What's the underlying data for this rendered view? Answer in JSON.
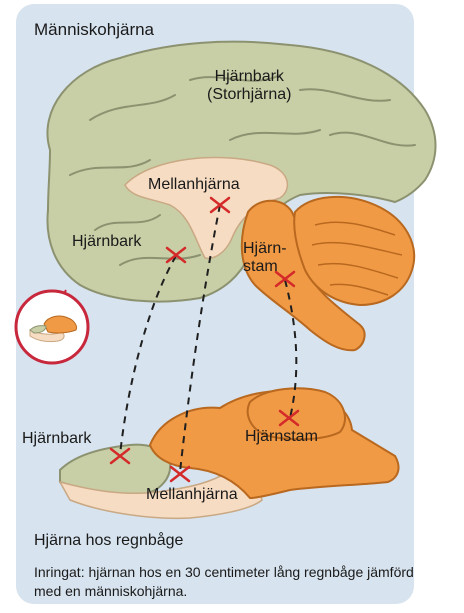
{
  "title": "Människohjärna",
  "labels": {
    "cortex_cerebrum_line1": "Hjärnbark",
    "cortex_cerebrum_line2": "(Storhjärna)",
    "midbrain_human": "Mellanhjärna",
    "cortex_human": "Hjärnbark",
    "brainstem_human_line1": "Hjärn-",
    "brainstem_human_line2": "stam",
    "cortex_trout": "Hjärnbark",
    "brainstem_trout": "Hjärnstam",
    "midbrain_trout": "Mellanhjärna"
  },
  "trout_title": "Hjärna hos regnbåge",
  "caption": "Inringat: hjärnan hos en 30 centimeter lång regnbåge jämförd med en människohjärna.",
  "colors": {
    "panel": "#d7e3ee",
    "cortex": "#c8cfa6",
    "midbrain": "#f6dcc2",
    "brainstem": "#f19a45",
    "marker": "#d42a2a",
    "circle": "#c8283c"
  }
}
